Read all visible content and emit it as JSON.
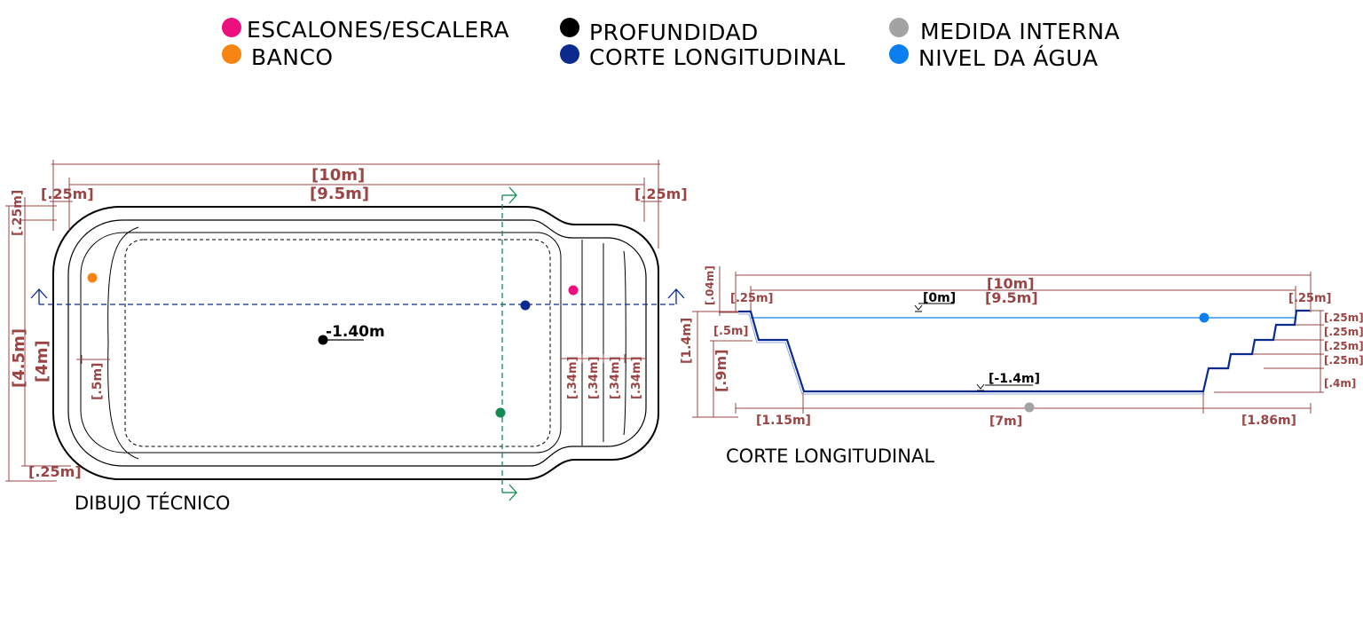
{
  "legend": {
    "items": [
      {
        "label": "ESCALONES/ESCALERA",
        "color": "#ee0f7e"
      },
      {
        "label": "BANCO",
        "color": "#f98412"
      },
      {
        "label": "PROFUNDIDAD",
        "color": "#000000"
      },
      {
        "label": "CORTE LONGITUDINAL",
        "color": "#0a2a8e"
      },
      {
        "label": "MEDIDA INTERNA",
        "color": "#a3a3a3"
      },
      {
        "label": "NIVEL DA ÁGUA",
        "color": "#0a7ff2"
      }
    ]
  },
  "plan": {
    "caption": "DIBUJO TÉCNICO",
    "total_length": "[10m]",
    "inner_length": "[9.5m]",
    "left_wall": "[.25m]",
    "right_wall": "[.25m]",
    "top_wall": "[.25m]",
    "bottom_wall": "[.25m]",
    "total_width": "[4.5m]",
    "inner_width": "[4m]",
    "bench_depth": "[.5m]",
    "step_widths": [
      "[.34m]",
      "[.34m]",
      "[.34m]",
      "[.34m]"
    ],
    "depth_label": "-1.40m",
    "colors": {
      "section_line": "#0a2a8e",
      "cross_line": "#128a52",
      "dimension": "#9b4444"
    }
  },
  "section": {
    "caption": "CORTE LONGITUDINAL",
    "total_length": "[10m]",
    "inner_length": "[9.5m]",
    "left_wall": "[.25m]",
    "right_wall": "[.25m]",
    "lip": "[.04m]",
    "water_level": "[0m]",
    "floor_level": "[-1.4m]",
    "total_depth": "[1.4m]",
    "bench_height": "[.5m]",
    "floor_to_bench": "[.9m]",
    "left_ramp": "[1.15m]",
    "floor_length": "[7m]",
    "right_steps_length": "[1.86m]",
    "step_heights": [
      "[.25m]",
      "[.25m]",
      "[.25m]",
      "[.25m]",
      "[.4m]"
    ],
    "colors": {
      "profile": "#0a2a8e",
      "water": "#0a7ff2"
    }
  }
}
